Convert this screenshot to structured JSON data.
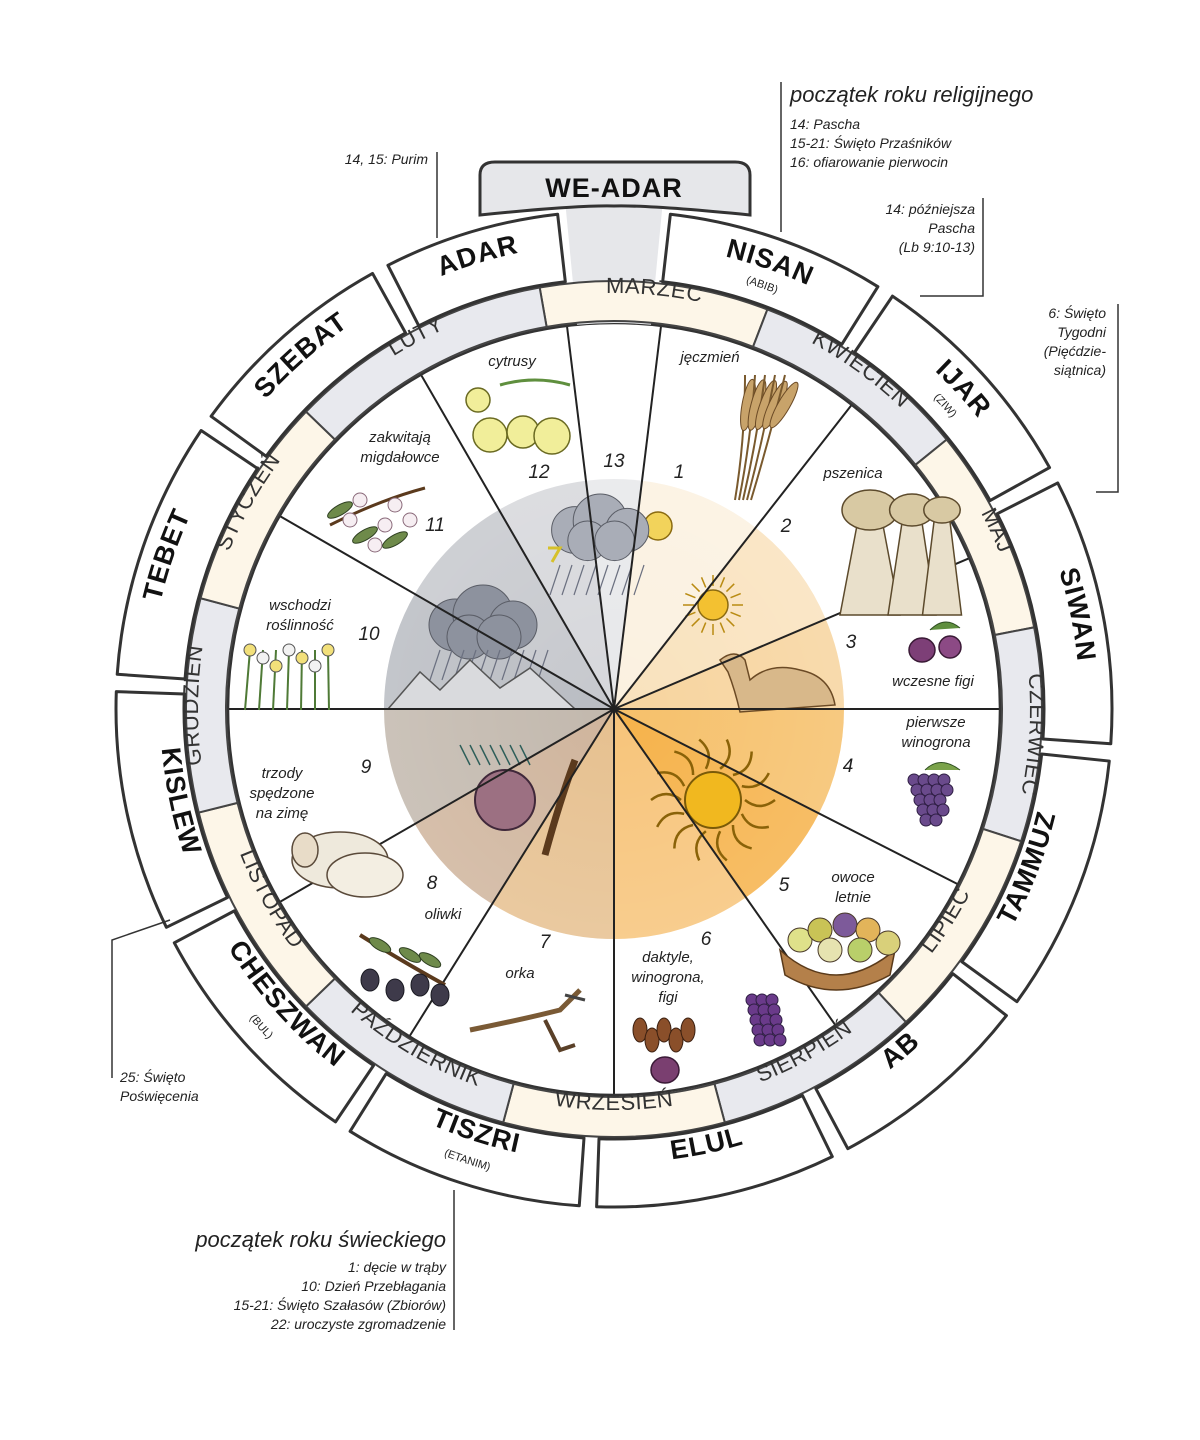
{
  "hebrew_months": [
    {
      "name": "NISAN",
      "alt": "(ABIB)"
    },
    {
      "name": "IJAR",
      "alt": "(ZIW)"
    },
    {
      "name": "SIWAN",
      "alt": ""
    },
    {
      "name": "TAMMUZ",
      "alt": ""
    },
    {
      "name": "AB",
      "alt": ""
    },
    {
      "name": "ELUL",
      "alt": ""
    },
    {
      "name": "TISZRI",
      "alt": "(ETANIM)"
    },
    {
      "name": "CHESZWAN",
      "alt": "(BUL)"
    },
    {
      "name": "KISLEW",
      "alt": ""
    },
    {
      "name": "TEBET",
      "alt": ""
    },
    {
      "name": "SZEBAT",
      "alt": ""
    },
    {
      "name": "ADAR",
      "alt": ""
    }
  ],
  "intercalary_month": "WE-ADAR",
  "gregorian_months": [
    "MARZEC",
    "KWIECIEŃ",
    "MAJ",
    "CZERWIEC",
    "LIPIEC",
    "SIERPIEŃ",
    "WRZESIEŃ",
    "PAŹDZIERNIK",
    "LISTOPAD",
    "GRUDZIEŃ",
    "STYCZEŃ",
    "LUTY"
  ],
  "segments": [
    {
      "num": "1",
      "label": [
        "jęczmień"
      ],
      "icon": "barley-icon"
    },
    {
      "num": "2",
      "label": [
        "pszenica"
      ],
      "icon": "wheat-sheaves-icon"
    },
    {
      "num": "3",
      "label": [
        "wczesne figi"
      ],
      "icon": "figs-icon"
    },
    {
      "num": "4",
      "label": [
        "pierwsze",
        "winogrona"
      ],
      "icon": "grapes-icon"
    },
    {
      "num": "5",
      "label": [
        "owoce",
        "letnie"
      ],
      "icon": "fruit-basket-icon"
    },
    {
      "num": "6",
      "label": [
        "daktyle,",
        "winogrona,",
        "figi"
      ],
      "icon": "dates-grapes-figs-icon"
    },
    {
      "num": "7",
      "label": [
        "orka"
      ],
      "icon": "plow-icon"
    },
    {
      "num": "8",
      "label": [
        "oliwki"
      ],
      "icon": "olives-icon"
    },
    {
      "num": "9",
      "label": [
        "trzody",
        "spędzone",
        "na zimę"
      ],
      "icon": "sheep-icon"
    },
    {
      "num": "10",
      "label": [
        "wschodzi",
        "roślinność"
      ],
      "icon": "flowers-icon"
    },
    {
      "num": "11",
      "label": [
        "zakwitają",
        "migdałowce"
      ],
      "icon": "almond-blossom-icon"
    },
    {
      "num": "12",
      "label": [
        "cytrusy"
      ],
      "icon": "citrus-icon"
    },
    {
      "num": "13",
      "label": [],
      "icon": ""
    }
  ],
  "annotations": {
    "religious_year": {
      "title": "początek roku religijnego",
      "lines": [
        "14:  Pascha",
        "15-21: Święto Przaśników",
        "16: ofiarowanie pierwocin"
      ]
    },
    "later_passover": [
      "14: późniejsza",
      "Pascha",
      "(Lb 9:10-13)"
    ],
    "weeks": [
      "6: Święto",
      "Tygodni",
      "(Pięćdzie-",
      "siątnica)"
    ],
    "purim": "14, 15: Purim",
    "dedication": [
      "25:  Święto",
      "Poświęcenia"
    ],
    "secular_year": {
      "title": "początek roku świeckiego",
      "lines": [
        "1: dęcie w trąby",
        "10: Dzień Przebłagania",
        "15-21: Święto Szałasów (Zbiorów)",
        "22: uroczyste zgromadzenie"
      ]
    }
  },
  "colors": {
    "winter_grey": "#b9bcc2",
    "summer_orange": "#f6b24a",
    "gregorian_cool": "#e8e9ee",
    "gregorian_warm": "#fdf6e8",
    "outline": "#333333"
  }
}
